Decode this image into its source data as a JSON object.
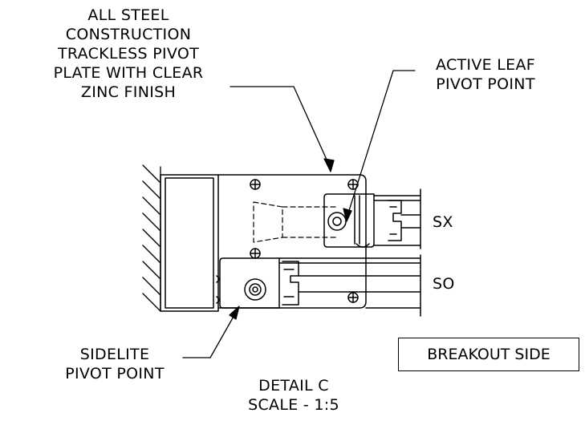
{
  "labels": {
    "steel_note": [
      "ALL STEEL",
      "CONSTRUCTION",
      "TRACKLESS PIVOT",
      "PLATE WITH CLEAR",
      "ZINC FINISH"
    ],
    "active_leaf": [
      "ACTIVE LEAF",
      "PIVOT POINT"
    ],
    "sidelite": [
      "SIDELITE",
      "PIVOT POINT"
    ],
    "detail": [
      "DETAIL C",
      "SCALE - 1:5"
    ],
    "sx": "SX",
    "so": "SO",
    "breakout": "BREAKOUT SIDE"
  }
}
